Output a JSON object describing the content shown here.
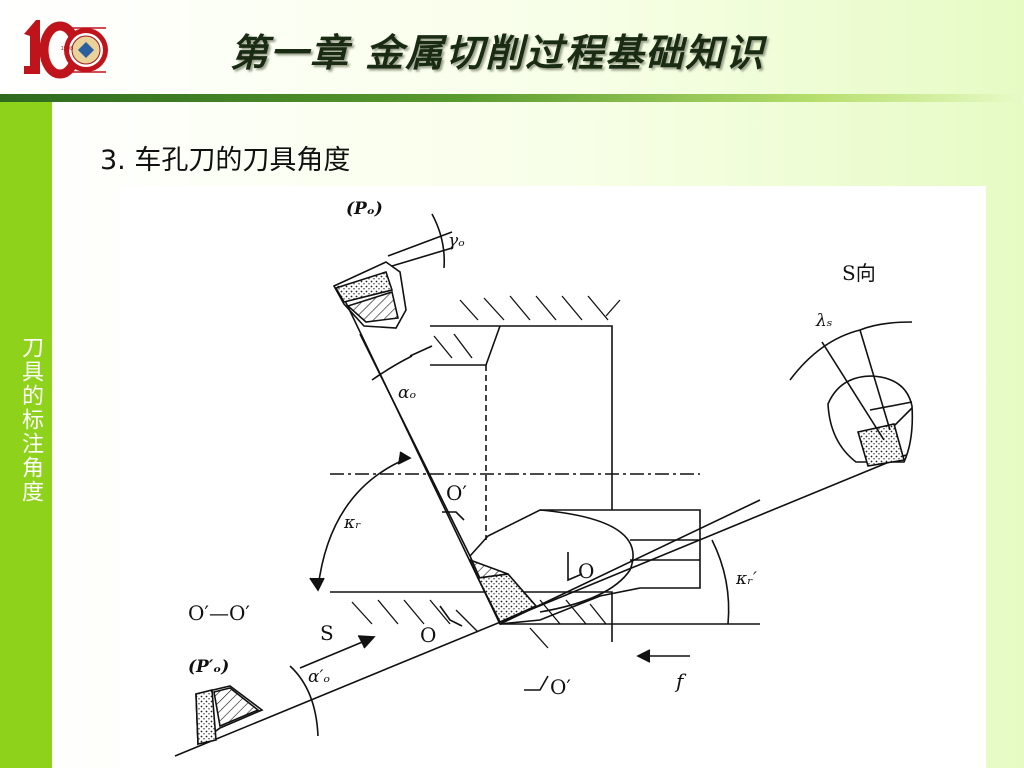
{
  "header": {
    "chapter_title": "第一章 金属切削过程基础知识",
    "logo_year": "1908"
  },
  "sidebar": {
    "label": "刀具的标注角度"
  },
  "main": {
    "subtitle": "3. 车孔刀的刀具角度"
  },
  "diagram": {
    "labels": {
      "po": "(Pₒ)",
      "gamma_o": "γₒ",
      "alpha_o": "αₒ",
      "s_direction": "S向",
      "lambda_s": "λₛ",
      "o_prime_top": "O′",
      "kappa_r": "κᵣ",
      "o_center": "O",
      "kappa_r_prime": "κᵣ′",
      "section_label": "O′—O′",
      "s_arrow": "S",
      "o_lower": "O",
      "po_prime": "(P′ₒ)",
      "alpha_o_prime": "α′ₒ",
      "o_prime_bottom": "O′",
      "feed": "f"
    }
  }
}
